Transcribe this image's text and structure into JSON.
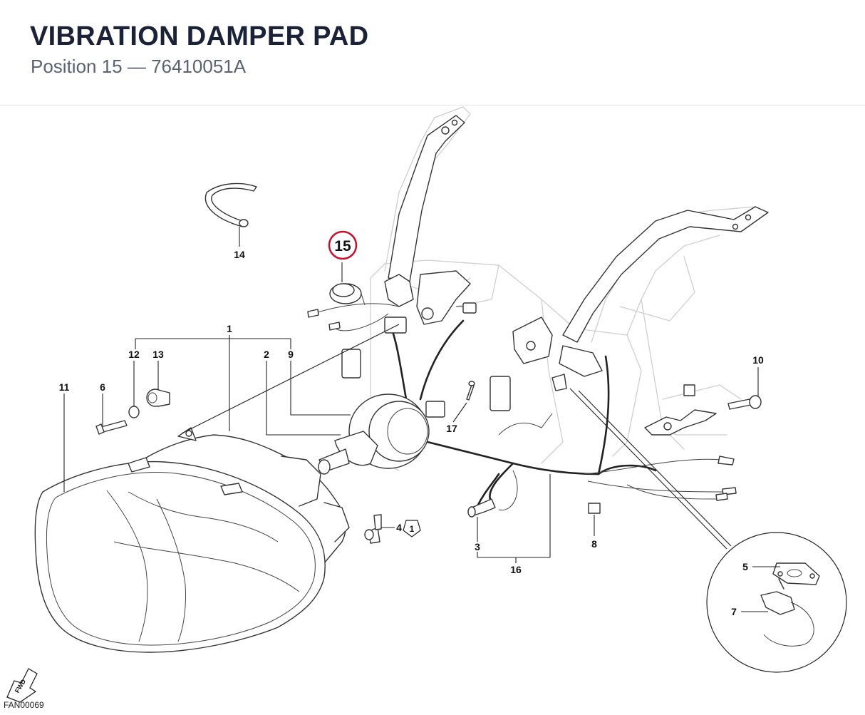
{
  "header": {
    "title": "VIBRATION DAMPER PAD",
    "subtitle": "Position 15 — 76410051A"
  },
  "diagram": {
    "drawing_code": "FAN00069",
    "fwd_label": "FWD",
    "highlight_color": "#c8102e",
    "highlighted_label": "15",
    "callouts": {
      "c1": "1",
      "c2": "2",
      "c3": "3",
      "c4": "4",
      "c4b": "1",
      "c5": "5",
      "c6": "6",
      "c7": "7",
      "c8": "8",
      "c9": "9",
      "c10": "10",
      "c11": "11",
      "c12": "12",
      "c13": "13",
      "c14": "14",
      "c16": "16",
      "c17": "17"
    }
  }
}
